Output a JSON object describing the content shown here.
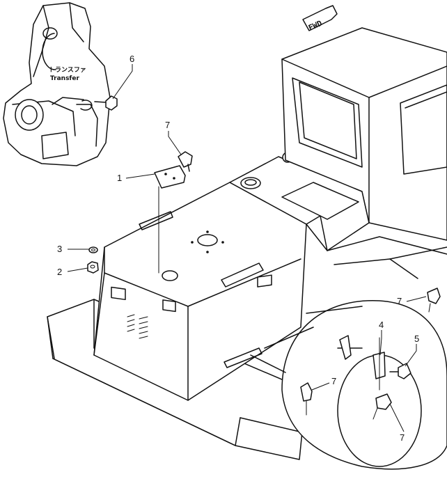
{
  "labels": {
    "transfer_jp": "トランスファ",
    "transfer_en": "Transfer",
    "fwd": "FWD"
  },
  "callouts": {
    "c1": "1",
    "c2": "2",
    "c3": "3",
    "c4": "4",
    "c5": "5",
    "c6": "6",
    "c7a": "7",
    "c7b": "7",
    "c7c": "7",
    "c7d": "7"
  }
}
